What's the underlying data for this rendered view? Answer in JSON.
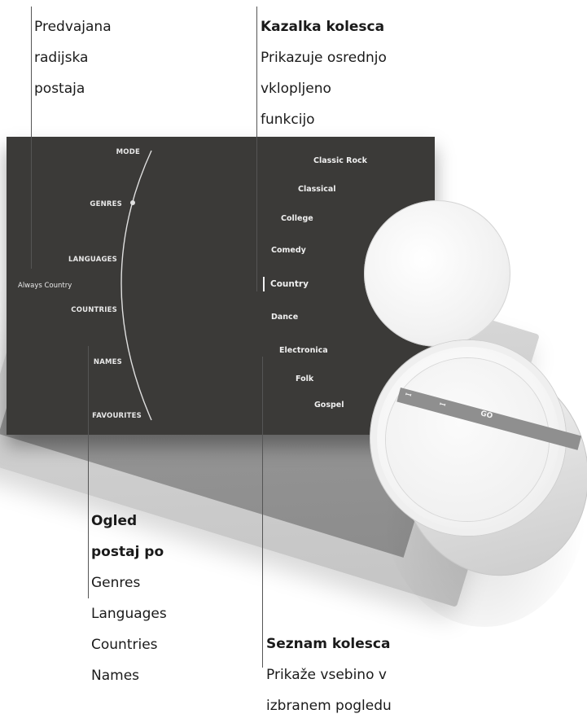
{
  "callouts": {
    "station": {
      "lines": [
        "Predvajana",
        "radijska",
        "postaja"
      ]
    },
    "pointer": {
      "title": "Kazalka kolesca",
      "lines": [
        "Prikazuje osrednjo",
        "vklopljeno",
        "funkcijo"
      ]
    },
    "view": {
      "title_lines": [
        "Ogled",
        "postaj po"
      ],
      "lines": [
        "Genres",
        "Languages",
        "Countries",
        "Names"
      ]
    },
    "list": {
      "title": "Seznam kolesca",
      "lines": [
        "Prikaže vsebino v",
        "izbranem pogledu"
      ]
    }
  },
  "screen": {
    "now_playing": "Always Country",
    "menu": [
      "MODE",
      "GENRES",
      "LANGUAGES",
      "COUNTRIES",
      "NAMES",
      "FAVOURITES"
    ],
    "selected_menu": "GENRES",
    "list": [
      "Classic Rock",
      "Classical",
      "College",
      "Comedy",
      "Country",
      "Dance",
      "Electronica",
      "Folk",
      "Gospel"
    ],
    "selected_item": "Country"
  },
  "knob": {
    "labels": [
      "ꟷ",
      "ꟷ",
      "GO"
    ]
  },
  "colors": {
    "screen": "#3b3a38",
    "text": "#f0f0f0",
    "device": "#d2d2d2"
  }
}
